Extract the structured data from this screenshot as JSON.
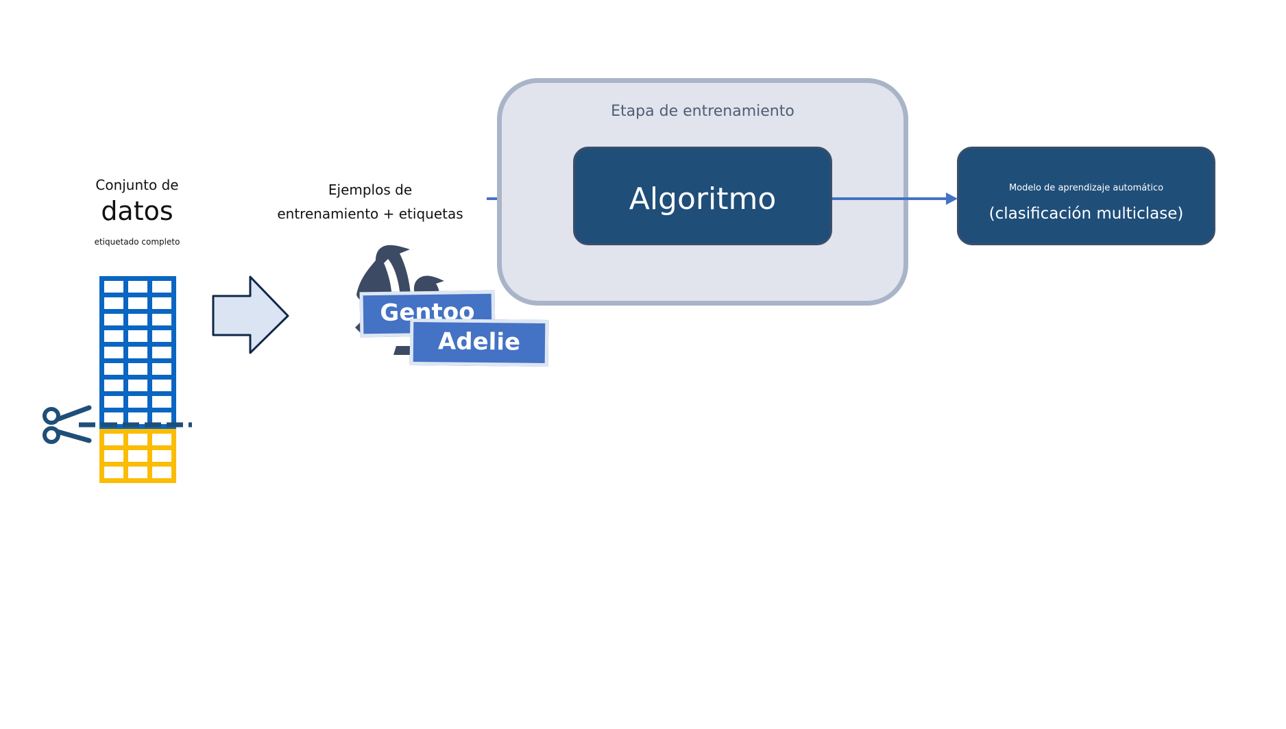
{
  "dataset": {
    "title": "Conjunto de",
    "big_word": "datos",
    "subtitle": "etiquetado completo",
    "train_rows": 9,
    "test_rows": 3,
    "columns": 3,
    "colors": {
      "train": "#0a66c2",
      "test": "#fbbc04",
      "cut_line": "#1f4e79"
    }
  },
  "examples": {
    "title_line1": "Ejemplos de",
    "title_line2": "entrenamiento + etiquetas",
    "labels": [
      "Gentoo",
      "Adelie"
    ]
  },
  "training_stage": {
    "label": "Etapa de entrenamiento",
    "algorithm": "Algoritmo"
  },
  "model": {
    "line1": "Modelo de aprendizaje automático",
    "line2": "(clasificación multiclase)"
  },
  "icons": [
    "scissors-icon",
    "right-arrow-icon",
    "penguin-icon"
  ],
  "colors": {
    "flow_arrow": "#4472c4",
    "dark_box": "#1f4e79",
    "stage_fill": "#e1e4ed",
    "stage_border": "#a9b4c8",
    "big_arrow_fill": "#dbe4f3",
    "big_arrow_stroke": "#0f2749",
    "penguin": "#3d4a63"
  }
}
